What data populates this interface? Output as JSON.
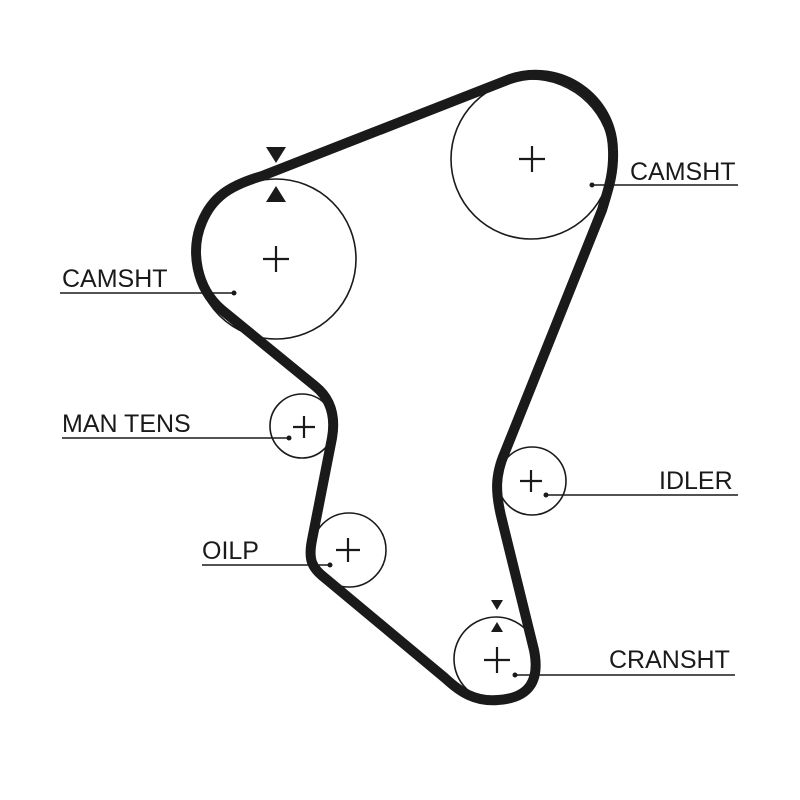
{
  "diagram": {
    "belt_color": "#1a1a1a",
    "labels": {
      "camshaft_right": "CAMSHT",
      "camshaft_left": "CAMSHT",
      "man_tens": "MAN TENS",
      "idler": "IDLER",
      "oil_pump": "OILP",
      "crankshaft": "CRANSHT"
    }
  }
}
